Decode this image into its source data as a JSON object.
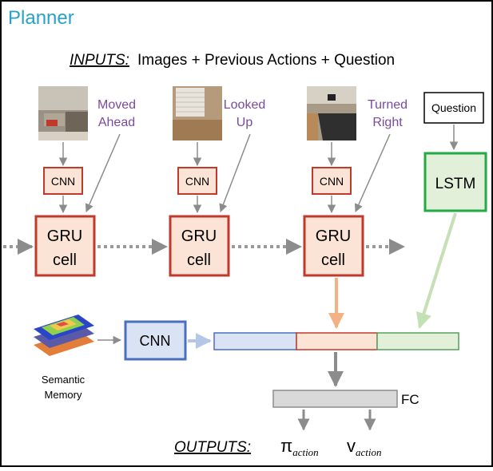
{
  "title": "Planner",
  "inputs": {
    "label": "INPUTS:",
    "text": "Images + Previous Actions + Question"
  },
  "frames": [
    {
      "action_line1": "Moved",
      "action_line2": "Ahead"
    },
    {
      "action_line1": "Looked",
      "action_line2": "Up"
    },
    {
      "action_line1": "Turned",
      "action_line2": "Right"
    }
  ],
  "cnn_label": "CNN",
  "gru_line1": "GRU",
  "gru_line2": "cell",
  "question_label": "Question",
  "lstm_label": "LSTM",
  "memory": {
    "line1": "Semantic",
    "line2": "Memory"
  },
  "memory_cnn_label": "CNN",
  "fc_label": "FC",
  "outputs": {
    "label": "OUTPUTS:",
    "pi_symbol": "π",
    "pi_subscript": "action",
    "v_symbol": "v",
    "v_subscript": "action"
  },
  "colors": {
    "title": "#2aa1c8",
    "action_text": "#7b4a9e",
    "cnn_stroke": "#c0392b",
    "cnn_fill": "#fbe4d6",
    "gru_stroke": "#c0392b",
    "gru_fill": "#fbe4d6",
    "lstm_stroke": "#22aa44",
    "lstm_fill": "#e2f0d9",
    "blue_stroke": "#4a6fbf",
    "blue_fill": "#dae3f3",
    "orange_arrow": "#f4b183",
    "green_arrow": "#c5e0b4",
    "gray": "#8c8c8c",
    "fc_fill": "#d9d9d9"
  }
}
